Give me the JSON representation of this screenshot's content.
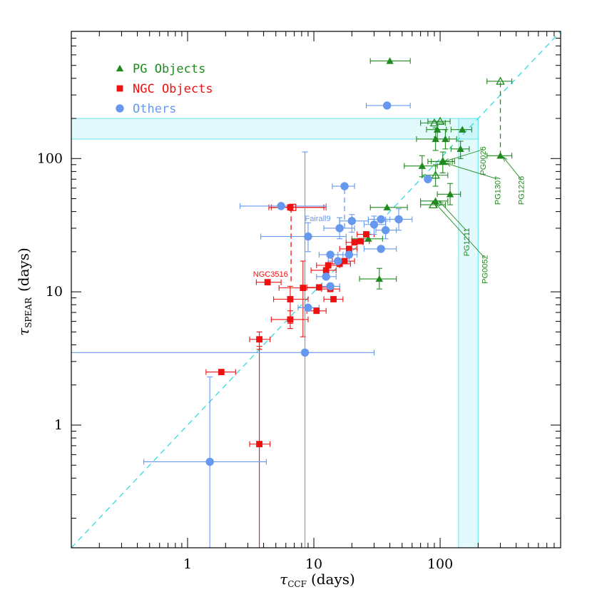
{
  "chart_data": {
    "type": "scatter",
    "x_scale": "log",
    "y_scale": "log",
    "xlim": [
      0.12,
      900
    ],
    "ylim": [
      0.12,
      900
    ],
    "grid": false,
    "legend_placement": "top-left",
    "xlabel": {
      "symbol": "τ",
      "subscript": "CCF",
      "unit": "(days)"
    },
    "ylabel": {
      "symbol": "τ",
      "subscript": "SPEAR",
      "unit": "(days)"
    },
    "x_ticks": [
      {
        "value": 1,
        "label": "1"
      },
      {
        "value": 10,
        "label": "10"
      },
      {
        "value": 100,
        "label": "100"
      }
    ],
    "y_ticks": [
      {
        "value": 1,
        "label": "1"
      },
      {
        "value": 10,
        "label": "10"
      },
      {
        "value": 100,
        "label": "100"
      }
    ],
    "colors": {
      "pg": "#1f8a1f",
      "ngc": "#ee1111",
      "others": "#6699ee",
      "band": "#66e6ee",
      "oneToOne": "#33dddd"
    },
    "reference_line": {
      "type": "one-to-one",
      "style": "dashed"
    },
    "shaded_bands": [
      {
        "orientation": "horizontal",
        "y": [
          140,
          200
        ]
      },
      {
        "orientation": "vertical",
        "x": [
          140,
          200
        ]
      }
    ],
    "legend": [
      {
        "label": "PG  Objects",
        "marker": "triangle",
        "series": "pg"
      },
      {
        "label": "NGC Objects",
        "marker": "square",
        "series": "ngc"
      },
      {
        "label": "Others",
        "marker": "circle",
        "series": "others"
      }
    ],
    "series": [
      {
        "name": "PG  Objects",
        "key": "pg",
        "marker": "triangle",
        "points": [
          {
            "x": 40,
            "y": 540,
            "xerr": [
              28,
              58
            ]
          },
          {
            "x": 92,
            "y": 140,
            "xerr": [
              65,
              118
            ],
            "yerr": [
              115,
              170
            ]
          },
          {
            "x": 95,
            "y": 165,
            "xerr": [
              78,
              112
            ],
            "yerr": [
              140,
              190
            ]
          },
          {
            "x": 110,
            "y": 140,
            "xerr": [
              90,
              135
            ],
            "yerr": [
              118,
              165
            ]
          },
          {
            "x": 150,
            "y": 165,
            "xerr": [
              122,
              178
            ]
          },
          {
            "x": 145,
            "y": 118,
            "xerr": [
              122,
              170
            ],
            "yerr": [
              100,
              135
            ]
          },
          {
            "x": 72,
            "y": 88,
            "xerr": [
              52,
              95
            ],
            "yerr": [
              73,
              105
            ]
          },
          {
            "x": 105,
            "y": 95,
            "xerr": [
              80,
              130
            ],
            "yerr": [
              78,
              112
            ]
          },
          {
            "x": 120,
            "y": 54,
            "xerr": [
              95,
              145
            ],
            "yerr": [
              45,
              65
            ]
          },
          {
            "x": 92,
            "y": 48,
            "xerr": [
              70,
              115
            ]
          },
          {
            "x": 300,
            "y": 105,
            "xerr": [
              235,
              370
            ]
          },
          {
            "x": 38,
            "y": 43,
            "xerr": [
              28,
              55
            ]
          },
          {
            "x": 33,
            "y": 12.5,
            "xerr": [
              23,
              45
            ],
            "yerr": [
              10.5,
              15
            ]
          },
          {
            "x": 27,
            "y": 25,
            "xerr": [
              20,
              35
            ]
          }
        ]
      },
      {
        "name": "PG  Objects (alternate)",
        "key": "pg",
        "marker": "triangle-open",
        "points": [
          {
            "x": 300,
            "y": 380,
            "xerr": [
              235,
              370
            ]
          },
          {
            "x": 90,
            "y": 185,
            "xerr": [
              70,
              110
            ]
          },
          {
            "x": 100,
            "y": 190,
            "xerr": [
              80,
              120
            ]
          },
          {
            "x": 92,
            "y": 75,
            "xerr": [
              72,
              115
            ],
            "yerr": [
              62,
              90
            ]
          },
          {
            "x": 105,
            "y": 95,
            "xerr": [
              85,
              125
            ]
          },
          {
            "x": 88,
            "y": 45,
            "xerr": [
              70,
              110
            ]
          }
        ]
      },
      {
        "name": "NGC Objects",
        "key": "ngc",
        "marker": "square",
        "points": [
          {
            "x": 6.5,
            "y": 43,
            "xerr": [
              4.4,
              12.5
            ]
          },
          {
            "x": 4.3,
            "y": 11.8,
            "xerr": [
              3.5,
              5.5
            ]
          },
          {
            "x": 1.85,
            "y": 2.5,
            "xerr": [
              1.4,
              2.4
            ]
          },
          {
            "x": 3.7,
            "y": 4.4,
            "xerr": [
              3.1,
              4.5
            ],
            "yerr": [
              3.7,
              5
            ]
          },
          {
            "x": 3.7,
            "y": 0.72,
            "xerr": [
              3.1,
              4.5
            ],
            "yerr": [
              0.12,
              3.9
            ]
          },
          {
            "x": 6.5,
            "y": 6.2,
            "xerr": [
              4.6,
              9
            ],
            "yerr": [
              5.3,
              7.2
            ]
          },
          {
            "x": 6.5,
            "y": 8.8,
            "xerr": [
              4.8,
              9
            ],
            "yerr": [
              5.8,
              11
            ]
          },
          {
            "x": 8.2,
            "y": 10.7,
            "xerr": [
              5.3,
              11
            ],
            "yerr": [
              4.6,
              17
            ]
          },
          {
            "x": 10.5,
            "y": 7.2,
            "xerr": [
              8.8,
              12.5
            ]
          },
          {
            "x": 11,
            "y": 10.8,
            "xerr": [
              8.8,
              13.5
            ]
          },
          {
            "x": 12.5,
            "y": 14.5,
            "xerr": [
              9.5,
              15
            ]
          },
          {
            "x": 13,
            "y": 15.8,
            "xerr": [
              10.5,
              16
            ]
          },
          {
            "x": 13.5,
            "y": 10.5,
            "xerr": [
              11.5,
              16
            ]
          },
          {
            "x": 14.3,
            "y": 8.8,
            "xerr": [
              12,
              17
            ]
          },
          {
            "x": 16,
            "y": 16.2,
            "xerr": [
              13,
              19.5
            ]
          },
          {
            "x": 17.5,
            "y": 17,
            "xerr": [
              14,
              21
            ]
          },
          {
            "x": 19,
            "y": 21,
            "xerr": [
              16,
              22
            ]
          },
          {
            "x": 21,
            "y": 23.5,
            "xerr": [
              18,
              24.5
            ]
          },
          {
            "x": 23.5,
            "y": 24,
            "xerr": [
              20,
              27.5
            ]
          },
          {
            "x": 26,
            "y": 27,
            "xerr": [
              22,
              30
            ]
          }
        ]
      },
      {
        "name": "NGC Objects (alternate)",
        "key": "ngc",
        "marker": "square-open",
        "points": [
          {
            "x": 6.8,
            "y": 43,
            "xerr": [
              4.6,
              12
            ]
          }
        ]
      },
      {
        "name": "Others",
        "key": "others",
        "marker": "circle",
        "points": [
          {
            "x": 38,
            "y": 250,
            "xerr": [
              26,
              58
            ]
          },
          {
            "x": 80,
            "y": 70
          },
          {
            "x": 17.5,
            "y": 62,
            "xerr": [
              14,
              21
            ]
          },
          {
            "x": 5.5,
            "y": 44,
            "xerr": [
              2.6,
              12.5
            ]
          },
          {
            "x": 9,
            "y": 26,
            "xerr": [
              3.8,
              18
            ],
            "yerr": [
              20,
              33
            ]
          },
          {
            "x": 16,
            "y": 30,
            "xerr": [
              12,
              21
            ],
            "yerr": [
              25,
              36
            ]
          },
          {
            "x": 20,
            "y": 34,
            "xerr": [
              16,
              27
            ],
            "yerr": [
              28,
              38
            ]
          },
          {
            "x": 30,
            "y": 32,
            "xerr": [
              25,
              37
            ],
            "yerr": [
              27,
              37
            ]
          },
          {
            "x": 34,
            "y": 35,
            "xerr": [
              27,
              40
            ]
          },
          {
            "x": 47,
            "y": 35,
            "xerr": [
              37,
              60
            ],
            "yerr": [
              29,
              42
            ]
          },
          {
            "x": 37,
            "y": 29,
            "xerr": [
              31,
              45
            ],
            "yerr": [
              25,
              34
            ]
          },
          {
            "x": 34,
            "y": 21,
            "xerr": [
              25,
              45
            ]
          },
          {
            "x": 13.5,
            "y": 19,
            "xerr": [
              11,
              17
            ]
          },
          {
            "x": 15.5,
            "y": 17,
            "xerr": [
              13,
              19
            ]
          },
          {
            "x": 19,
            "y": 19,
            "xerr": [
              15.5,
              22
            ]
          },
          {
            "x": 12.5,
            "y": 13,
            "xerr": [
              10.5,
              15
            ]
          },
          {
            "x": 13.5,
            "y": 11,
            "xerr": [
              11.5,
              16
            ]
          },
          {
            "x": 9,
            "y": 7.6,
            "xerr": [
              7.5,
              11
            ]
          },
          {
            "x": 8.5,
            "y": 3.5,
            "xerr": [
              0.12,
              30
            ],
            "yerr": [
              0.12,
              112
            ]
          },
          {
            "x": 1.5,
            "y": 0.53,
            "xerr": [
              0.45,
              4.2
            ],
            "yerr": [
              0.12,
              2.3
            ]
          }
        ]
      }
    ],
    "dashed_links": [
      {
        "series": "pg",
        "x": 300,
        "y": [
          105,
          380
        ]
      },
      {
        "series": "ngc",
        "x": 6.6,
        "y": [
          12,
          43
        ]
      },
      {
        "series": "others",
        "x": 17.5,
        "y": [
          30,
          60
        ]
      }
    ],
    "annotations": [
      {
        "text": "Fairall9",
        "series": "others",
        "x": 8.5,
        "y": 34,
        "at": [
          12.5,
          28
        ],
        "rotate": 0
      },
      {
        "text": "NGC3516",
        "series": "ngc",
        "x": 3.3,
        "y": 13,
        "at": [
          5.6,
          13.5
        ],
        "rotate": 0
      },
      {
        "text": "PG0026",
        "series": "pg",
        "x": 230,
        "y": 75,
        "at": [
          108,
          95
        ],
        "rotate": -90
      },
      {
        "text": "PG1307",
        "series": "pg",
        "x": 300,
        "y": 45,
        "at": [
          112,
          92
        ],
        "rotate": -90
      },
      {
        "text": "PG1226",
        "series": "pg",
        "x": 460,
        "y": 45,
        "at": [
          315,
          103
        ],
        "rotate": -90
      },
      {
        "text": "PG1211",
        "series": "pg",
        "x": 170,
        "y": 18.5,
        "at": [
          98,
          48
        ],
        "rotate": -90
      },
      {
        "text": "PG0052",
        "series": "pg",
        "x": 238,
        "y": 11.5,
        "at": [
          92,
          46
        ],
        "rotate": -90
      }
    ]
  }
}
